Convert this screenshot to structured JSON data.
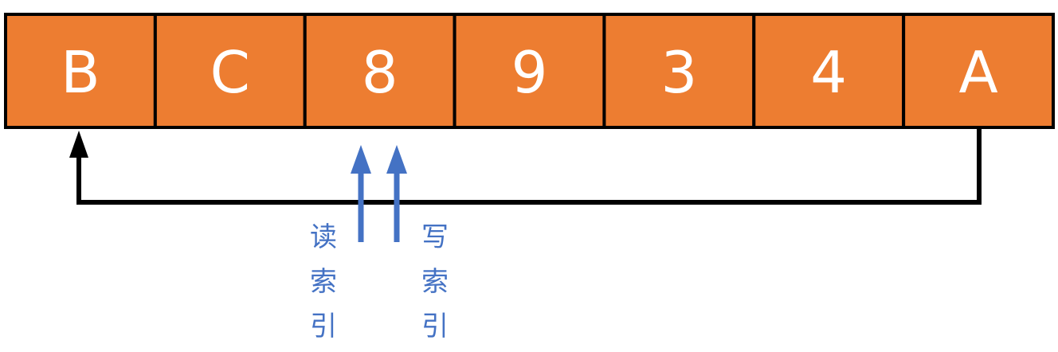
{
  "buffer": {
    "cells": [
      "B",
      "C",
      "8",
      "9",
      "3",
      "4",
      "A"
    ]
  },
  "pointers": {
    "read_label": "读索引",
    "write_label": "写索引"
  },
  "colors": {
    "cell_fill": "#ED7D31",
    "cell_text": "#FFFFFF",
    "cell_border": "#000000",
    "wrap_arrow": "#000000",
    "pointer": "#4472C4"
  }
}
